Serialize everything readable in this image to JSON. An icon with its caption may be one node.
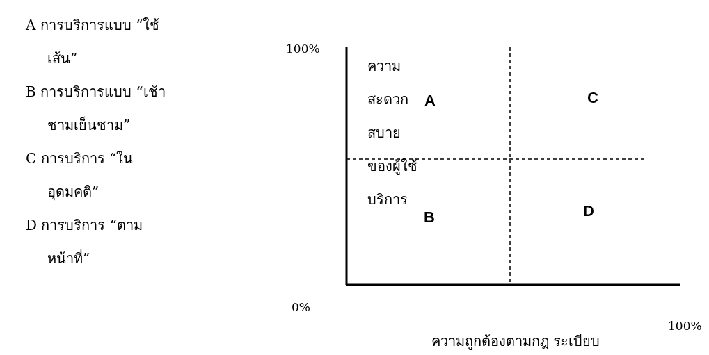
{
  "diagram": {
    "labels": [
      "A การบริการแบบ “ใช้เส้น”",
      "B การบริการแบบ “เช้าชามเย็นชาม”",
      "C การบริการ “ในอุดมคติ”",
      "D การบริการ “ตามหน้าที่”",
      "100%",
      "ความสะดวกสบายของผู้ใช้บริการ",
      "A",
      "C",
      "B",
      "D",
      "0%",
      "100%",
      "ความถูกต้องตามกฎ ระเบียบ"
    ]
  }
}
